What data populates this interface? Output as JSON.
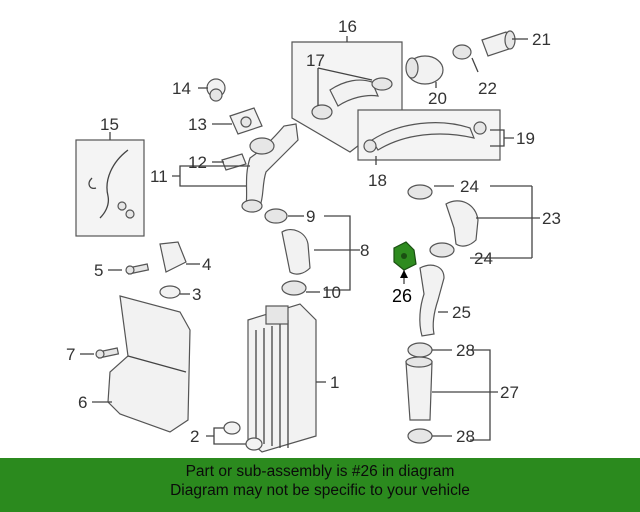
{
  "callouts": {
    "c1": "1",
    "c2": "2",
    "c3": "3",
    "c4": "4",
    "c5": "5",
    "c6": "6",
    "c7": "7",
    "c8": "8",
    "c9": "9",
    "c10": "10",
    "c11": "11",
    "c12": "12",
    "c13": "13",
    "c14": "14",
    "c15": "15",
    "c16": "16",
    "c17": "17",
    "c18": "18",
    "c19": "19",
    "c20": "20",
    "c21": "21",
    "c22": "22",
    "c23": "23",
    "c24a": "24",
    "c24b": "24",
    "c25": "25",
    "c26": "26",
    "c27": "27",
    "c28a": "28",
    "c28b": "28"
  },
  "highlight": {
    "part_number": "26",
    "color": "#2e8b1f"
  },
  "banner": {
    "line1": "Part or sub-assembly is #26 in diagram",
    "line2": "Diagram may not be specific to your vehicle",
    "background": "#2b8a1e"
  }
}
